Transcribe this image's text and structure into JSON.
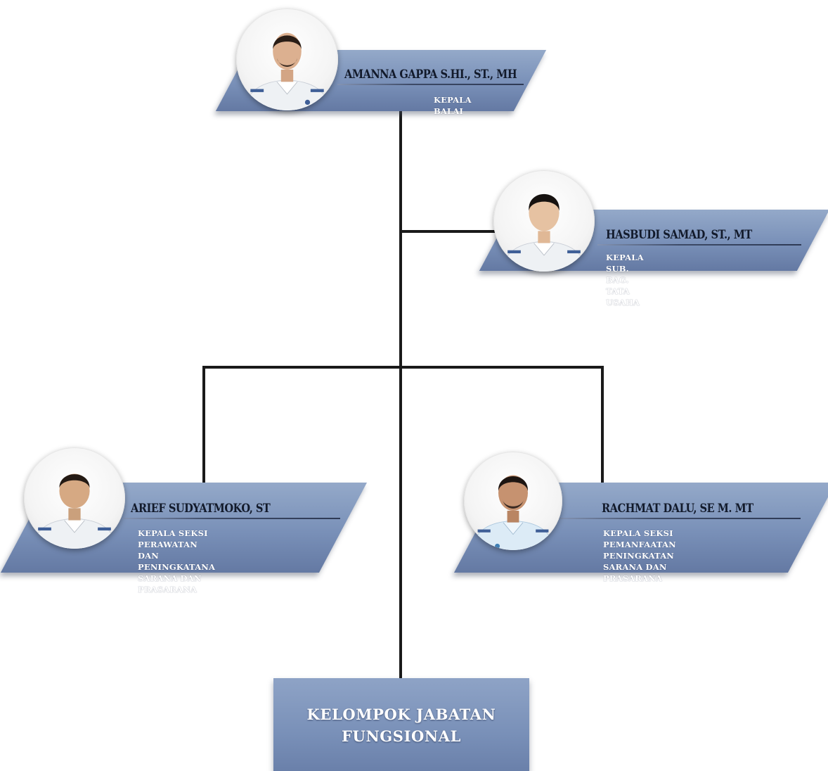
{
  "officials": [
    {
      "name": "AMANNA GAPPA S.HI., ST., MH",
      "role": "KEPALA BALAI"
    },
    {
      "name": "HASBUDI SAMAD, ST., MT",
      "role": "KEPALA SUB. BAG. TATA USAHA"
    },
    {
      "name": "ARIEF SUDYATMOKO, ST",
      "role": "KEPALA SEKSI PERAWATAN DAN\nPENINGKATANA SARANA DAN\nPRASARANA"
    },
    {
      "name": "RACHMAT DALU, SE M. MT",
      "role": "KEPALA SEKSI PEMANFAATAN\nPENINGKATAN SARANA DAN\nPRASARANA"
    }
  ],
  "group": {
    "label": "KELOMPOK JABATAN\nFUNGSIONAL"
  },
  "colors": {
    "banner": "#7990b8",
    "line": "#1a1a1a",
    "name_text": "#121a2b",
    "role_text": "#ffffff"
  }
}
